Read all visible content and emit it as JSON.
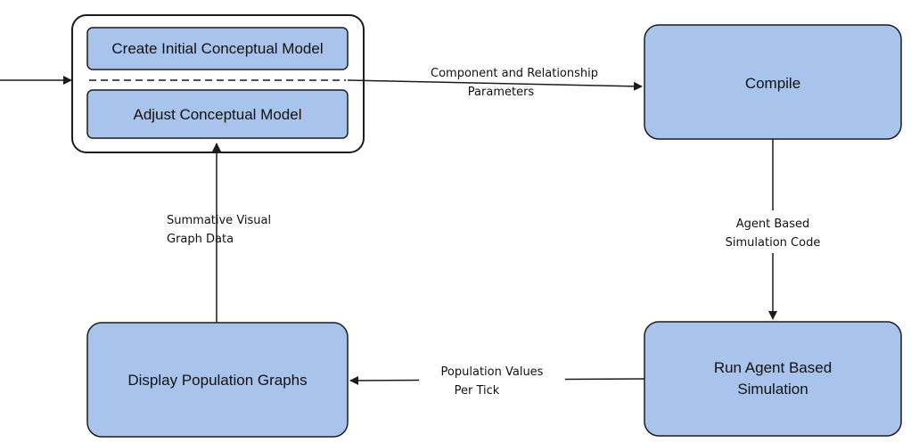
{
  "colors": {
    "node_fill": "#a9c4ec",
    "node_stroke": "#1c1c1c",
    "edge": "#1c1c1c",
    "background": "#ffffff"
  },
  "nodes": {
    "create_model": "Create Initial Conceptual Model",
    "adjust_model": "Adjust Conceptual Model",
    "compile": "Compile",
    "run_simulation": [
      "Run Agent Based",
      "Simulation"
    ],
    "display_graphs": "Display Population Graphs"
  },
  "edges": {
    "model_to_compile": [
      "Component and Relationship",
      "Parameters"
    ],
    "compile_to_run": [
      "Agent Based",
      "Simulation Code"
    ],
    "run_to_display": [
      "Population Values",
      "Per Tick"
    ],
    "display_to_model": [
      "Summative Visual",
      "Graph Data"
    ]
  }
}
